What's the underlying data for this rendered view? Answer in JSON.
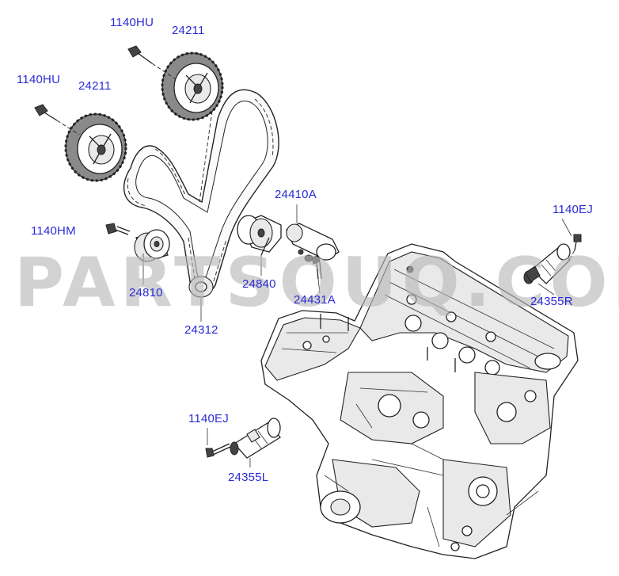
{
  "watermark": "PARTSOUQ.COM",
  "labels": [
    {
      "id": "bolt-top",
      "text": "1140HU"
    },
    {
      "id": "sprocket-top",
      "text": "24211"
    },
    {
      "id": "bolt-left",
      "text": "1140HU"
    },
    {
      "id": "sprocket-left",
      "text": "24211"
    },
    {
      "id": "tensioner-arm",
      "text": "24410A"
    },
    {
      "id": "bolt-idler",
      "text": "1140HM"
    },
    {
      "id": "idler-pulley",
      "text": "24810"
    },
    {
      "id": "tensioner-pulley",
      "text": "24840"
    },
    {
      "id": "tensioner-bolt",
      "text": "24431A"
    },
    {
      "id": "timing-belt",
      "text": "24312"
    },
    {
      "id": "bolt-valve-right",
      "text": "1140EJ"
    },
    {
      "id": "valve-right",
      "text": "24355R"
    },
    {
      "id": "bolt-valve-left",
      "text": "1140EJ"
    },
    {
      "id": "valve-left",
      "text": "24355L"
    }
  ]
}
